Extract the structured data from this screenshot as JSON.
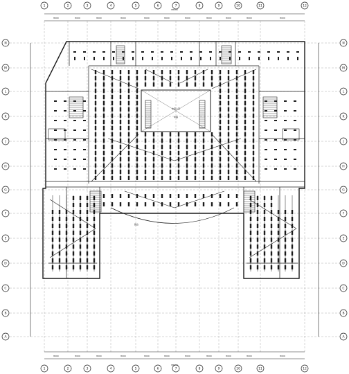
{
  "grid": {
    "top_labels": [
      "1",
      "2",
      "3",
      "4",
      "5",
      "6",
      "7",
      "8",
      "9",
      "10",
      "11",
      "12"
    ],
    "bottom_labels": [
      "1",
      "2",
      "3",
      "4",
      "5",
      "6",
      "7",
      "8",
      "9",
      "10",
      "11",
      "12"
    ],
    "left_labels": [
      "N",
      "M",
      "L",
      "K",
      "J",
      "H",
      "G",
      "F",
      "E",
      "D",
      "C",
      "B",
      "A"
    ],
    "right_labels": [
      "N",
      "M",
      "L",
      "K",
      "J",
      "H",
      "G",
      "F",
      "E",
      "D",
      "C",
      "B",
      "A"
    ],
    "dim_top": [
      "8000",
      "8000",
      "8000",
      "8000",
      "8000",
      "8000",
      "8000",
      "8000",
      "8000",
      "8000",
      "8000"
    ],
    "dim_bottom": [
      "8000",
      "8000",
      "8000",
      "8000",
      "8000",
      "8000",
      "8000",
      "8000",
      "8000",
      "8000",
      "8000"
    ],
    "total_top": "88000",
    "total_bottom": "88000"
  },
  "labels": {
    "atrium_caption": "中庭上空",
    "atrium_note": "中庭",
    "stage_label": "舞台"
  },
  "colors": {
    "line": "#1a1a1a",
    "light": "#555555"
  }
}
